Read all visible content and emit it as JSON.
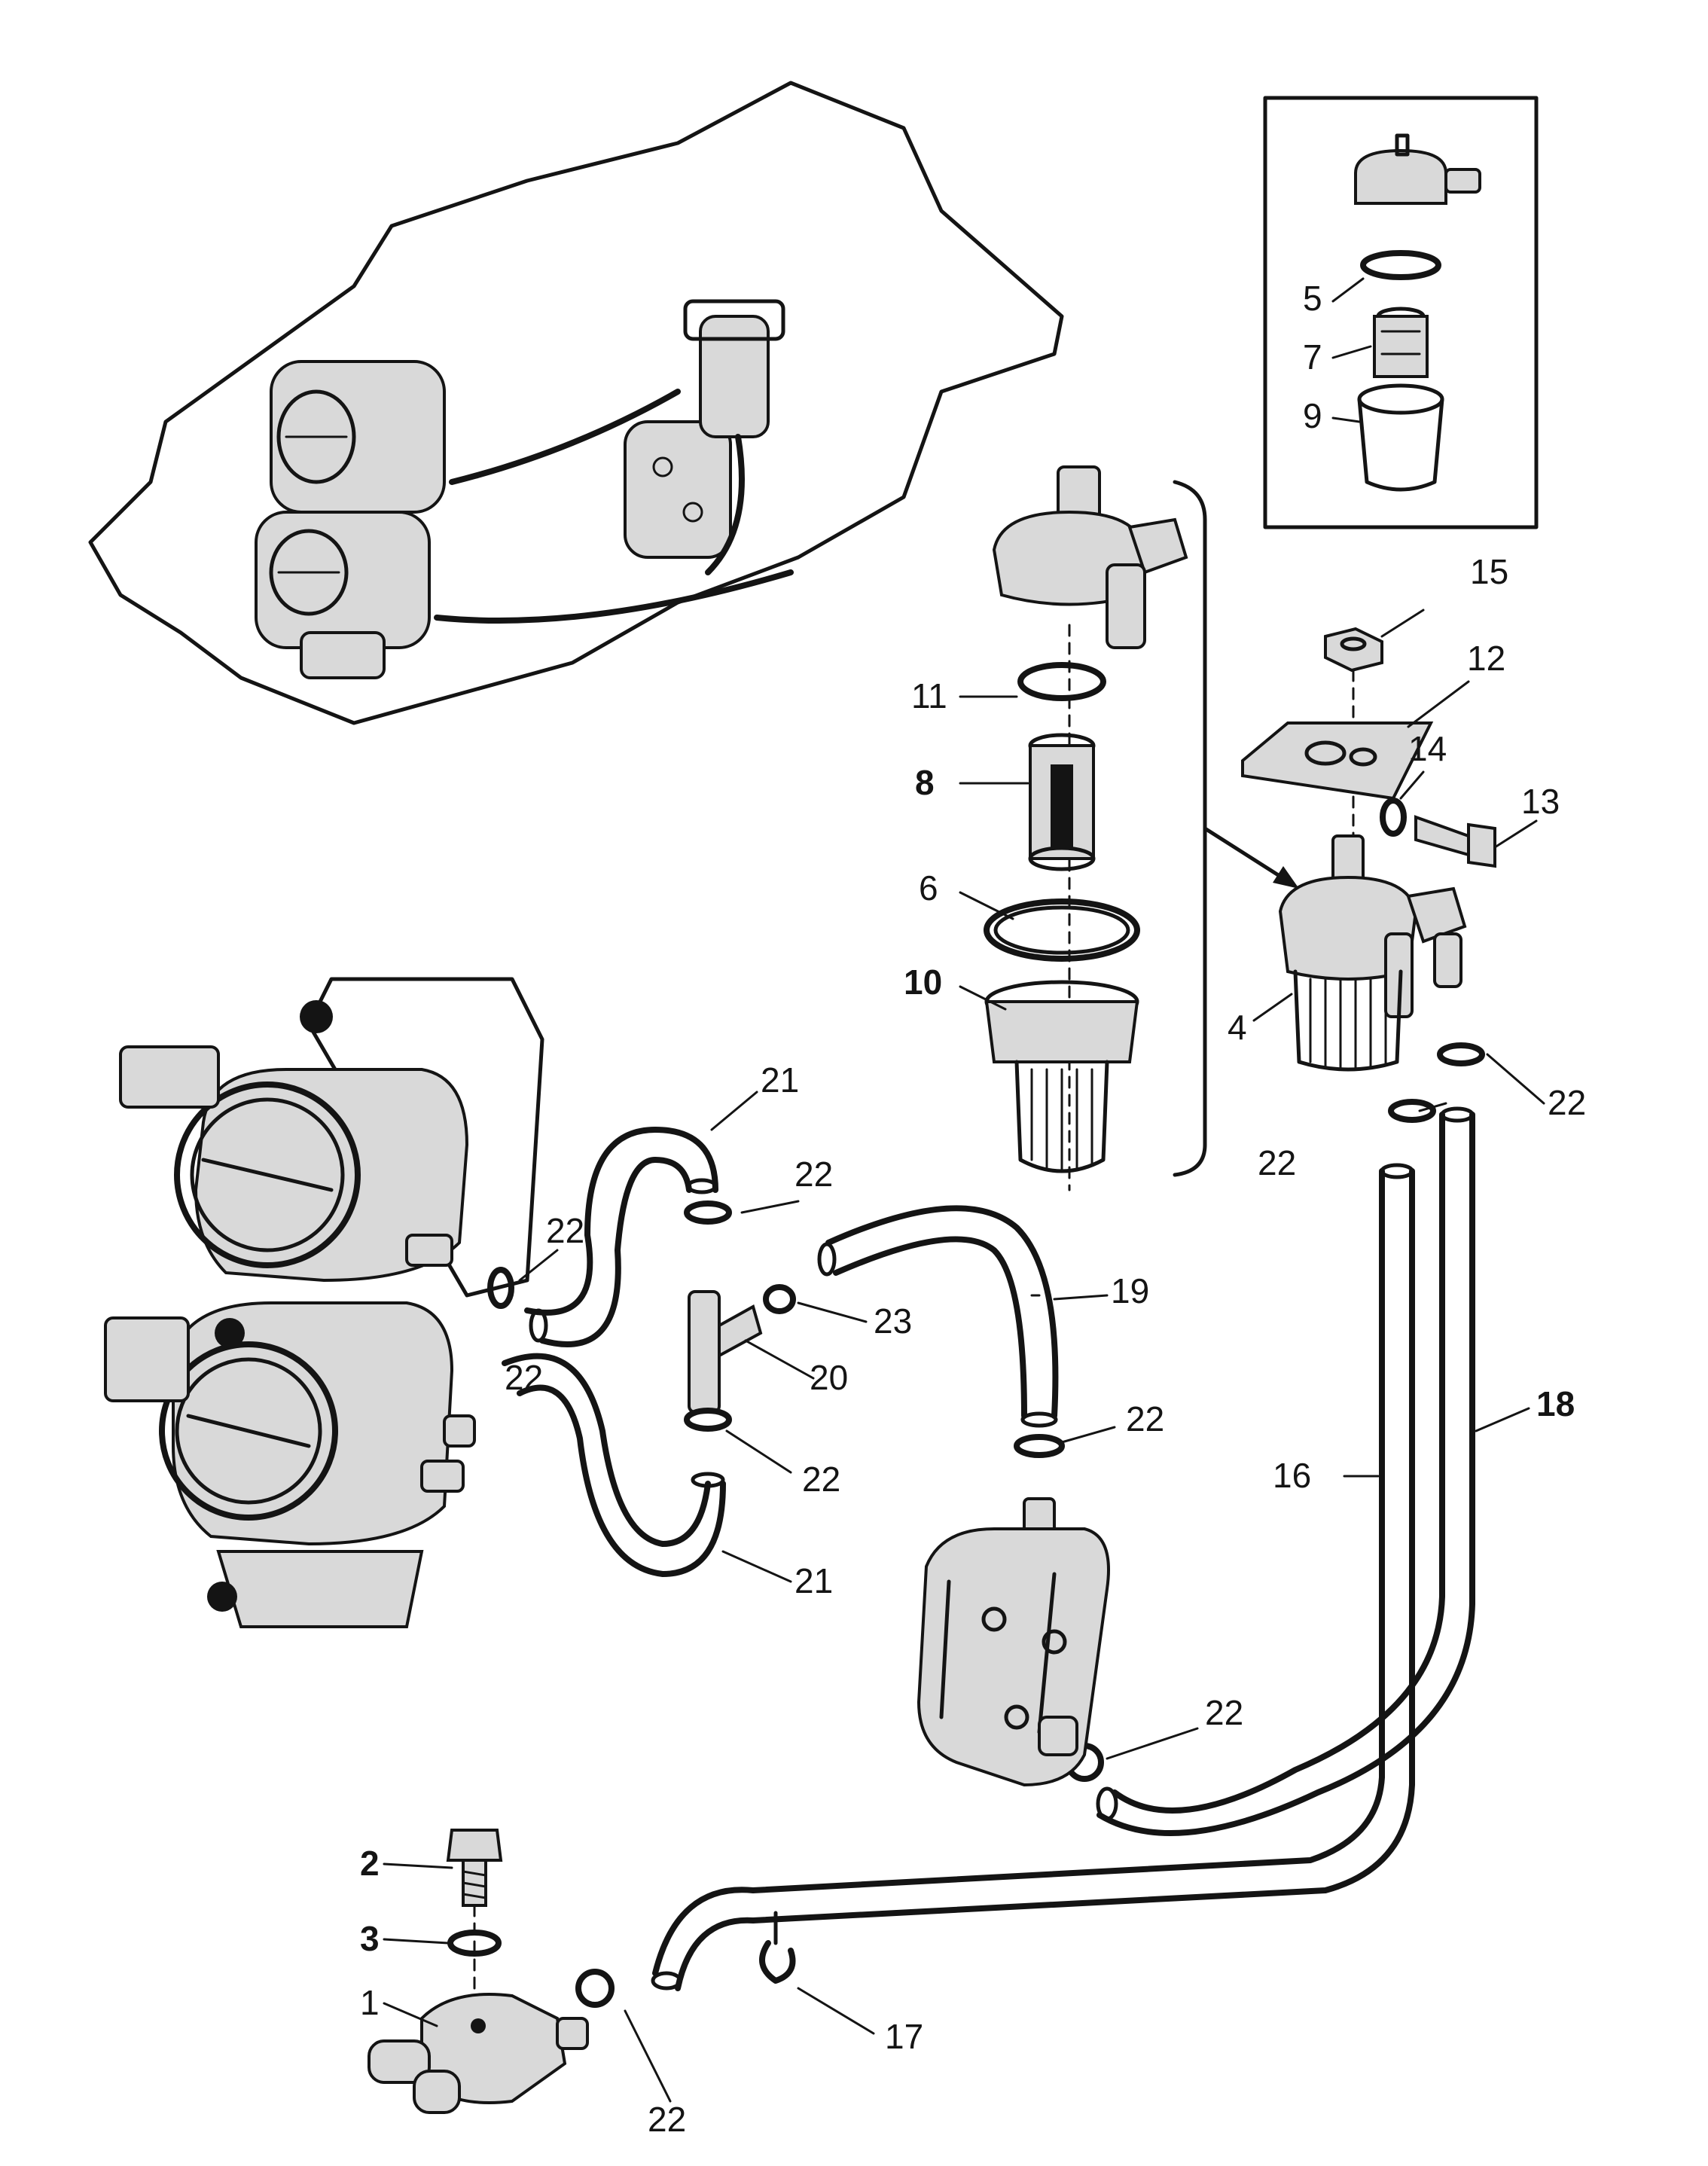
{
  "callouts": {
    "c1": "1",
    "c2": "2",
    "c3": "3",
    "c4": "4",
    "c5": "5",
    "c6": "6",
    "c7": "7",
    "c8": "8",
    "c9": "9",
    "c10": "10",
    "c11": "11",
    "c12": "12",
    "c13": "13",
    "c14": "14",
    "c15": "15",
    "c16": "16",
    "c17": "17",
    "c18": "18",
    "c19": "19",
    "c20": "20",
    "c21a": "21",
    "c21b": "21",
    "c22a": "22",
    "c22b": "22",
    "c22c": "22",
    "c22d": "22",
    "c22e": "22",
    "c22f": "22",
    "c22g": "22",
    "c22h": "22",
    "c22i": "22",
    "c23": "23"
  }
}
